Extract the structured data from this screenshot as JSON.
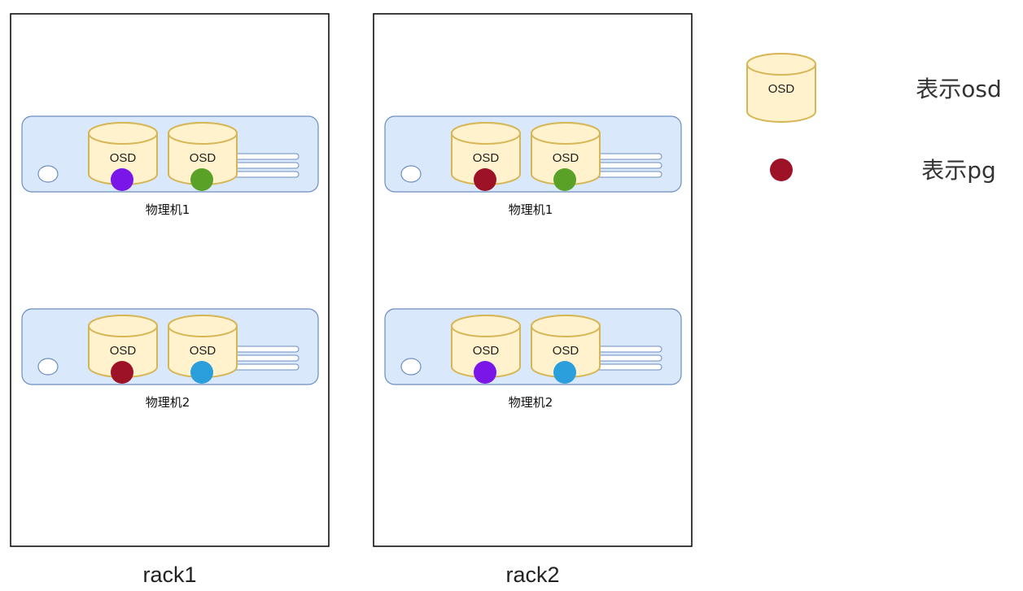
{
  "racks": [
    {
      "label": "rack1",
      "machines": [
        {
          "label": "物理机1",
          "osds": [
            {
              "label": "OSD",
              "pg_color": "#7a17e8"
            },
            {
              "label": "OSD",
              "pg_color": "#5aa127"
            }
          ]
        },
        {
          "label": "物理机2",
          "osds": [
            {
              "label": "OSD",
              "pg_color": "#9e1227"
            },
            {
              "label": "OSD",
              "pg_color": "#2a9fdb"
            }
          ]
        }
      ]
    },
    {
      "label": "rack2",
      "machines": [
        {
          "label": "物理机1",
          "osds": [
            {
              "label": "OSD",
              "pg_color": "#9e1227"
            },
            {
              "label": "OSD",
              "pg_color": "#5aa127"
            }
          ]
        },
        {
          "label": "物理机2",
          "osds": [
            {
              "label": "OSD",
              "pg_color": "#7a17e8"
            },
            {
              "label": "OSD",
              "pg_color": "#2a9fdb"
            }
          ]
        }
      ]
    }
  ],
  "legend": {
    "osd": {
      "icon_label": "OSD",
      "text": "表示osd"
    },
    "pg": {
      "text": "表示pg",
      "color": "#9e1227"
    }
  },
  "colors": {
    "server_fill": "#dae8fc",
    "server_stroke": "#6c8ebf",
    "osd_fill": "#fff2cc",
    "osd_stroke": "#d6b656",
    "rack_stroke": "#000000"
  }
}
